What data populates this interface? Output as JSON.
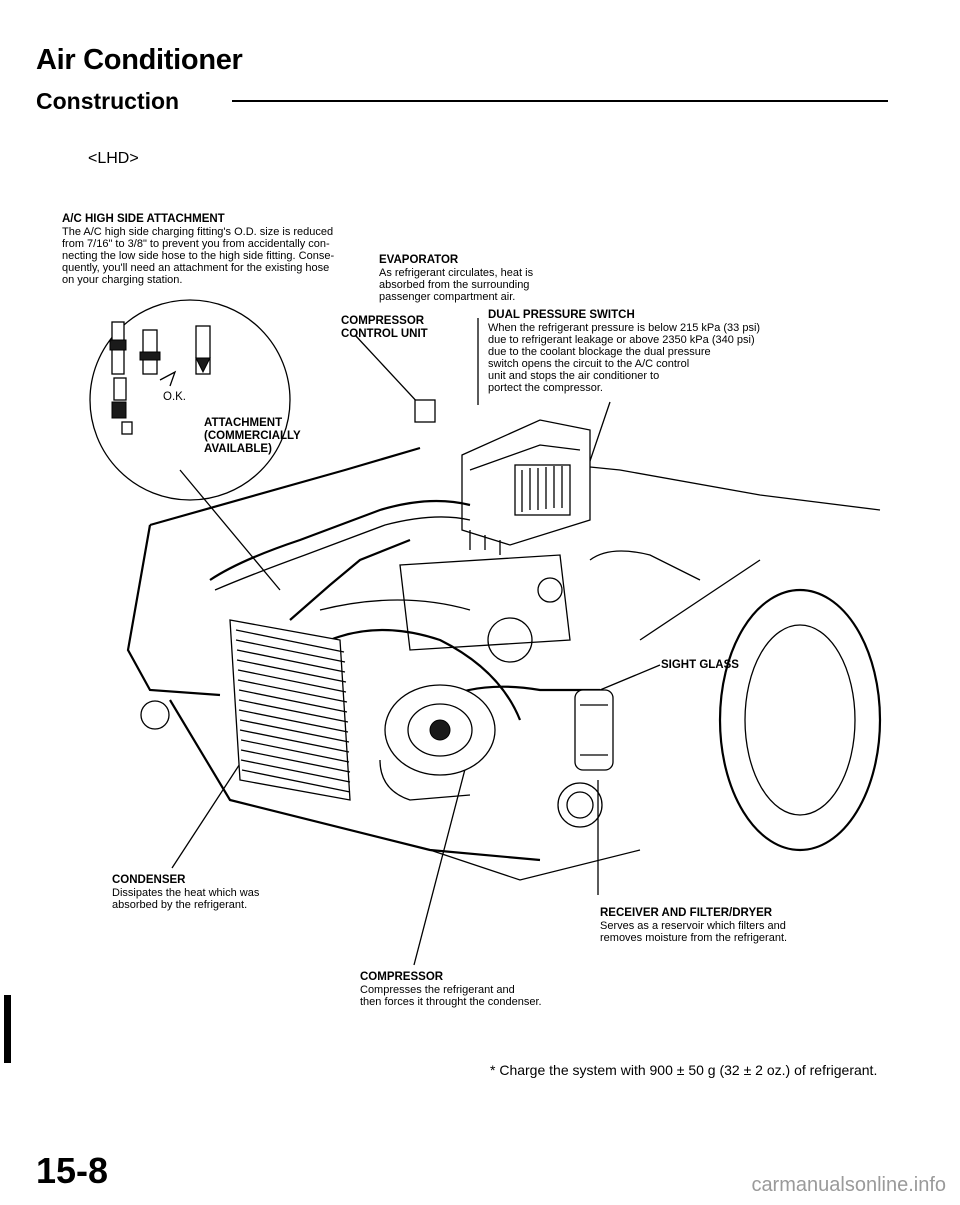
{
  "header": {
    "title": "Air Conditioner",
    "subtitle": "Construction",
    "variant": "<LHD>"
  },
  "callouts": {
    "high_side_attachment": {
      "label": "A/C HIGH SIDE ATTACHMENT",
      "text": "The A/C high side charging fitting's O.D. size is reduced\nfrom 7/16\" to 3/8\" to prevent you from accidentally con-\nnecting the low side hose to the high side fitting. Conse-\nquently, you'll need an attachment for the existing hose\non your charging station."
    },
    "evaporator": {
      "label": "EVAPORATOR",
      "text": "As refrigerant circulates, heat is\nabsorbed from the surrounding\npassenger compartment air."
    },
    "compressor_control_unit": {
      "label": "COMPRESSOR\nCONTROL UNIT"
    },
    "dual_pressure_switch": {
      "label": "DUAL PRESSURE SWITCH",
      "text": "When the refrigerant pressure is below 215 kPa (33 psi)\ndue to refrigerant leakage or above 2350 kPa (340 psi)\ndue to the coolant blockage the dual pressure\nswitch opens the circuit to the A/C control\nunit and stops the air conditioner to\nportect the compressor."
    },
    "ok_mark": "O.K.",
    "attachment": {
      "label": "ATTACHMENT\n(COMMERCIALLY\nAVAILABLE)"
    },
    "sight_glass": {
      "label": "SIGHT GLASS"
    },
    "condenser": {
      "label": "CONDENSER",
      "text": "Dissipates the heat which was\nabsorbed by the refrigerant."
    },
    "receiver_filter_dryer": {
      "label": "RECEIVER AND FILTER/DRYER",
      "text": "Serves as a reservoir which filters and\nremoves moisture from the refrigerant."
    },
    "compressor": {
      "label": "COMPRESSOR",
      "text": "Compresses the refrigerant and\nthen forces it throught the condenser."
    }
  },
  "footnote": "* Charge the system with 900 ± 50 g (32 ± 2 oz.) of refrigerant.",
  "page_number": "15-8",
  "watermark": "carmanualsonline.info"
}
